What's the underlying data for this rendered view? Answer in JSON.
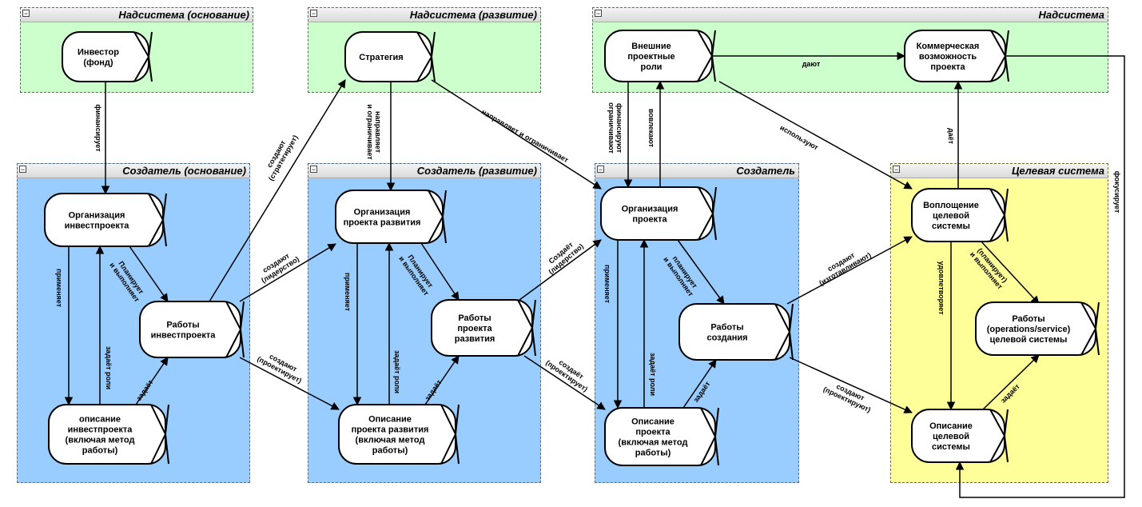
{
  "groups": [
    {
      "id": "g1",
      "title": "Надсистема (основание)",
      "color": "green"
    },
    {
      "id": "g2",
      "title": "Надсистема (развитие)",
      "color": "green"
    },
    {
      "id": "g3",
      "title": "Надсистема",
      "color": "green"
    },
    {
      "id": "g4",
      "title": "Создатель (основание)",
      "color": "blue"
    },
    {
      "id": "g5",
      "title": "Создатель (развитие)",
      "color": "blue"
    },
    {
      "id": "g6",
      "title": "Создатель",
      "color": "blue"
    },
    {
      "id": "g7",
      "title": "Целевая система",
      "color": "yellow"
    }
  ],
  "nodes": {
    "investor": {
      "lines": [
        "Инвестор",
        "(фонд)"
      ]
    },
    "strategy": {
      "lines": [
        "Стратегия"
      ]
    },
    "ext_roles": {
      "lines": [
        "Внешние",
        "проектные",
        "роли"
      ]
    },
    "commercial": {
      "lines": [
        "Коммерческая",
        "возможность",
        "проекта"
      ]
    },
    "org_invest": {
      "lines": [
        "Организация",
        "инвестпроекта"
      ]
    },
    "works_invest": {
      "lines": [
        "Работы",
        "инвестпроекта"
      ]
    },
    "desc_invest": {
      "lines": [
        "описание",
        "инвестпроекта",
        "(включая метод",
        "работы)"
      ]
    },
    "org_dev": {
      "lines": [
        "Организация",
        "проекта развития"
      ]
    },
    "works_dev": {
      "lines": [
        "Работы",
        "проекта",
        "развития"
      ]
    },
    "desc_dev": {
      "lines": [
        "Описание",
        "проекта развития",
        "(включая метод",
        "работы)"
      ]
    },
    "org_proj": {
      "lines": [
        "Организация",
        "проекта"
      ]
    },
    "works_create": {
      "lines": [
        "Работы",
        "создания"
      ]
    },
    "desc_proj": {
      "lines": [
        "Описание",
        "проекта",
        "(включая метод",
        "работы)"
      ]
    },
    "embodiment": {
      "lines": [
        "Воплощение",
        "целевой",
        "системы"
      ]
    },
    "works_ops": {
      "lines": [
        "Работы",
        "(operations/service)",
        "целевой системы"
      ]
    },
    "desc_target": {
      "lines": [
        "Описание",
        "целевой",
        "системы"
      ]
    }
  },
  "edges": [
    {
      "id": "investor-org",
      "lines": [
        "финансирует"
      ]
    },
    {
      "id": "org-works-inv",
      "lines": [
        "Планирует",
        "и выполняет"
      ]
    },
    {
      "id": "org-desc-inv",
      "lines": [
        "применяет"
      ]
    },
    {
      "id": "desc-org-inv",
      "lines": [
        "задаёт роли"
      ]
    },
    {
      "id": "desc-works-inv",
      "lines": [
        "задаёт"
      ]
    },
    {
      "id": "works-strategy",
      "lines": [
        "создают",
        "(стратегирует)"
      ]
    },
    {
      "id": "works-orgdev",
      "lines": [
        "создают",
        "(лидерство)"
      ]
    },
    {
      "id": "works-descdev",
      "lines": [
        "создают",
        "(проектирует)"
      ]
    },
    {
      "id": "strategy-orgdev",
      "lines": [
        "направляет",
        "и ограничивает"
      ]
    },
    {
      "id": "strategy-orgproj",
      "lines": [
        "направляет и ограничивает"
      ]
    },
    {
      "id": "orgdev-descdev",
      "lines": [
        "применяет"
      ]
    },
    {
      "id": "descdev-orgdev",
      "lines": [
        "задаёт роли"
      ]
    },
    {
      "id": "orgdev-worksdev",
      "lines": [
        "Планирует",
        "и выполняет"
      ]
    },
    {
      "id": "descdev-worksdev",
      "lines": [
        "задаёт"
      ]
    },
    {
      "id": "worksdev-orgproj",
      "lines": [
        "Создаёт",
        "(лидерство)"
      ]
    },
    {
      "id": "worksdev-descproj",
      "lines": [
        "создаёт",
        "(проектирует)"
      ]
    },
    {
      "id": "ext-orgproj",
      "lines": [
        "финансируют",
        "ограничивают"
      ]
    },
    {
      "id": "orgproj-ext",
      "lines": [
        "вовлекают"
      ]
    },
    {
      "id": "ext-commercial",
      "lines": [
        "дают"
      ]
    },
    {
      "id": "ext-embodiment",
      "lines": [
        "используют"
      ]
    },
    {
      "id": "orgproj-descproj",
      "lines": [
        "применяет"
      ]
    },
    {
      "id": "descproj-orgproj",
      "lines": [
        "задаёт роли"
      ]
    },
    {
      "id": "orgproj-works",
      "lines": [
        "планирует",
        "и выполняет"
      ]
    },
    {
      "id": "descproj-works",
      "lines": [
        "задаёт"
      ]
    },
    {
      "id": "works-embodiment",
      "lines": [
        "создают",
        "(изготавливают)"
      ]
    },
    {
      "id": "works-desctarget",
      "lines": [
        "создают",
        "(проектируют)"
      ]
    },
    {
      "id": "embodiment-commercial",
      "lines": [
        "даёт"
      ]
    },
    {
      "id": "embodiment-desc",
      "lines": [
        "удовлетворяет"
      ]
    },
    {
      "id": "embodiment-ops",
      "lines": [
        "(планирует)",
        "и выполняет"
      ]
    },
    {
      "id": "desctarget-ops",
      "lines": [
        "задаёт"
      ]
    },
    {
      "id": "commercial-desctarget",
      "lines": [
        "фокусирует"
      ]
    }
  ]
}
